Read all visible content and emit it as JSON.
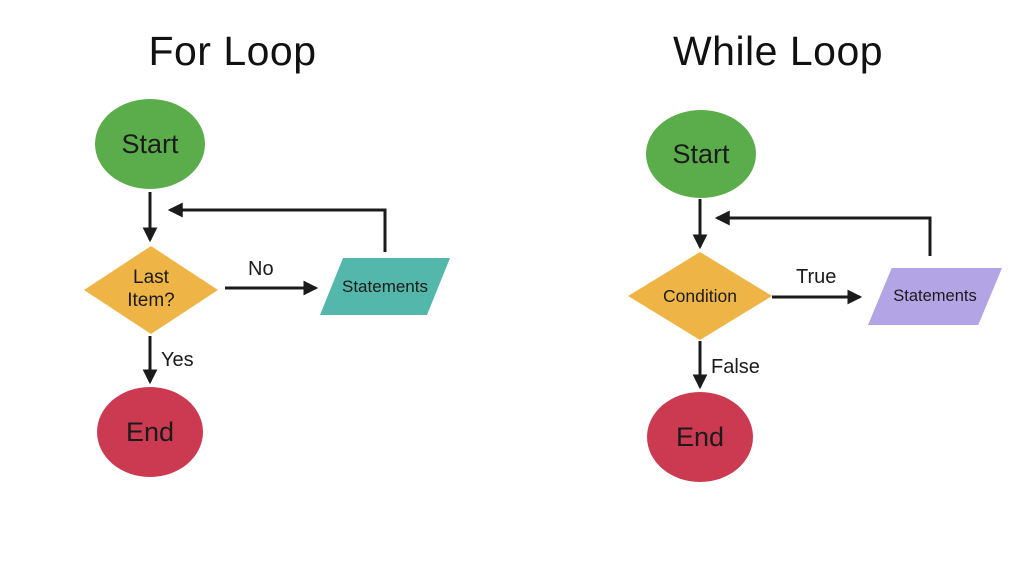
{
  "colors": {
    "background": "#ffffff",
    "start_fill": "#5bad4b",
    "decision_fill": "#eeb546",
    "for_statements_fill": "#54b7ab",
    "while_statements_fill": "#b3a4e5",
    "end_fill": "#cb3a51",
    "line": "#1b1b1b"
  },
  "for_loop": {
    "title": "For Loop",
    "nodes": {
      "start": {
        "label": "Start",
        "type": "terminator"
      },
      "decision": {
        "label": "Last Item?",
        "type": "decision"
      },
      "statements": {
        "label": "Statements",
        "type": "input-output"
      },
      "end": {
        "label": "End",
        "type": "terminator"
      }
    },
    "edges": {
      "no_label": "No",
      "yes_label": "Yes"
    }
  },
  "while_loop": {
    "title": "While Loop",
    "nodes": {
      "start": {
        "label": "Start",
        "type": "terminator"
      },
      "decision": {
        "label": "Condition",
        "type": "decision"
      },
      "statements": {
        "label": "Statements",
        "type": "input-output"
      },
      "end": {
        "label": "End",
        "type": "terminator"
      }
    },
    "edges": {
      "true_label": "True",
      "false_label": "False"
    }
  }
}
